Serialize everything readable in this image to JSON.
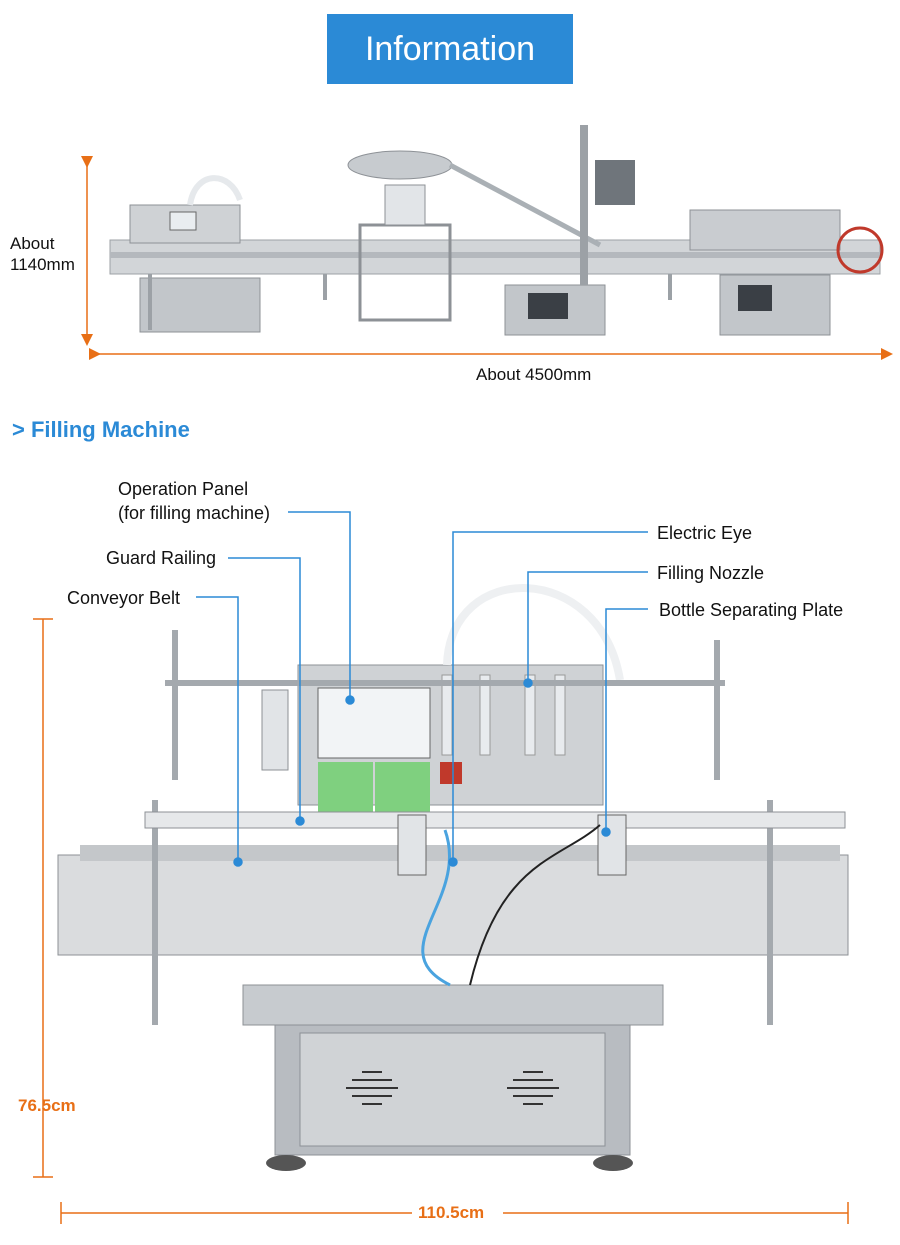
{
  "banner": {
    "title": "Information"
  },
  "line_overview": {
    "height_label_line1": "About",
    "height_label_line2": "1140mm",
    "width_label": "About 4500mm"
  },
  "filling_section": {
    "heading": "> Filling Machine",
    "callouts": {
      "operation_panel_line1": "Operation Panel",
      "operation_panel_line2": "(for filling machine)",
      "guard_railing": "Guard Railing",
      "conveyor_belt": "Conveyor Belt",
      "electric_eye": "Electric Eye",
      "filling_nozzle": "Filling Nozzle",
      "bottle_separating_plate": "Bottle Separating Plate"
    },
    "height_dimension": "76.5cm",
    "width_dimension": "110.5cm"
  },
  "colors": {
    "accent_blue": "#2b8ad6",
    "dimension_orange": "#e86f16",
    "steel": "#c9ccd0"
  }
}
